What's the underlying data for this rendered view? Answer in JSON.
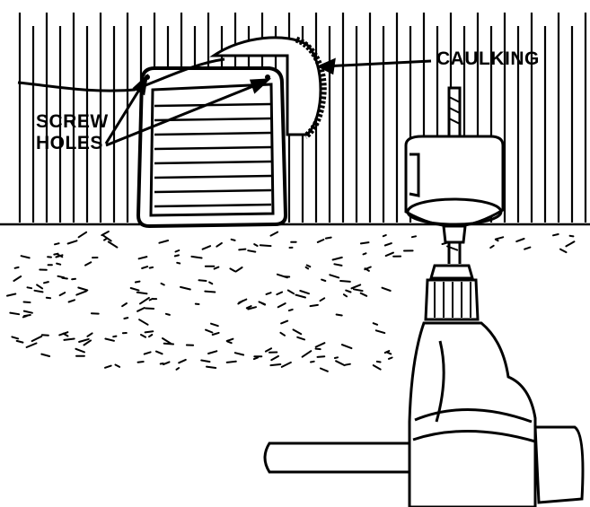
{
  "illustration": {
    "callouts": {
      "caulking": "CAULKING",
      "screw_holes_line1": "SCREW",
      "screw_holes_line2": "HOLES"
    },
    "colors": {
      "ink": "#000000",
      "paper": "#ffffff"
    },
    "icons": [
      "wall-siding",
      "dryer-vent-hood",
      "hole-saw",
      "power-drill"
    ]
  }
}
